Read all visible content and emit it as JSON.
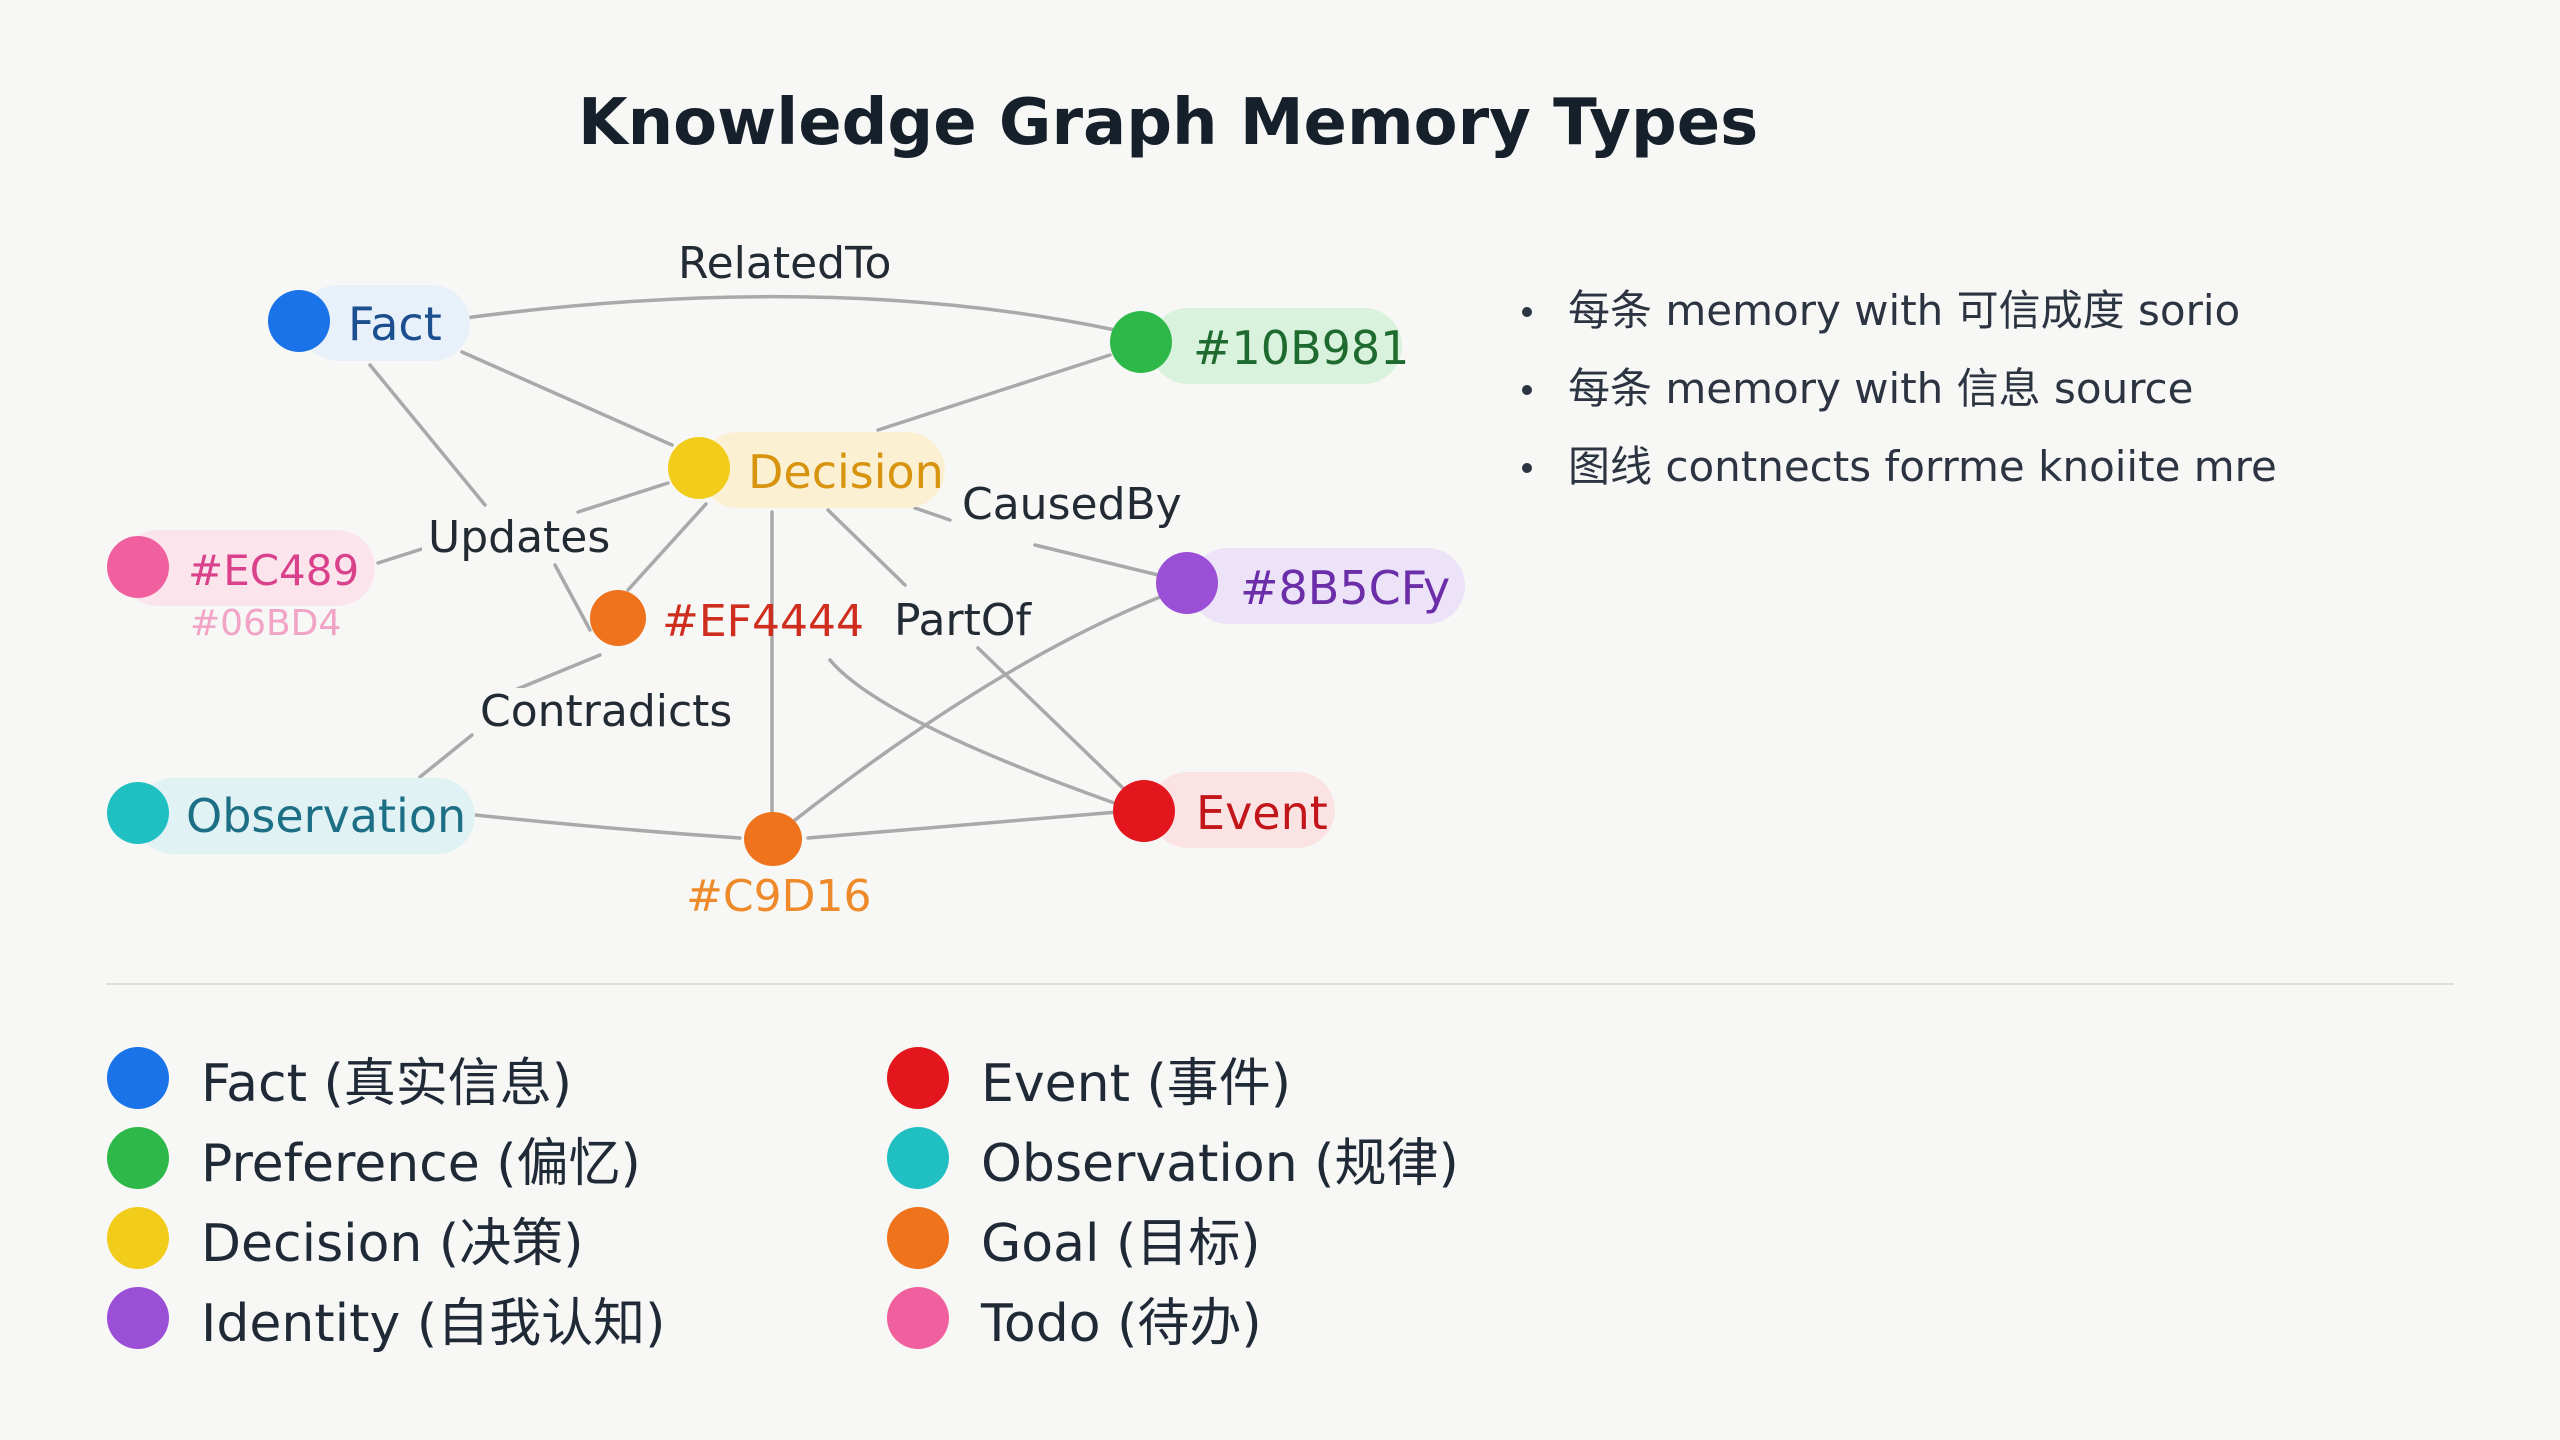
{
  "title": "Knowledge Graph Memory Types",
  "colors": {
    "blue": "#1a73e8",
    "green": "#2eb84a",
    "yellow": "#f2cc1a",
    "purple": "#9b4fd6",
    "red": "#e3161e",
    "teal": "#1fbfc2",
    "orange": "#ee731c",
    "pink": "#f0609e",
    "edge": "#a9a9a9"
  },
  "nodes": {
    "fact": {
      "label": "Fact",
      "color": "#1a73e8"
    },
    "green": {
      "label": "#10B981",
      "color": "#2eb84a"
    },
    "decision": {
      "label": "Decision",
      "color": "#f2cc1a"
    },
    "pink": {
      "label": "#EC489",
      "sublabel": "#06BD4",
      "color": "#f0609e"
    },
    "red_small": {
      "label": "#EF4444",
      "color": "#ee731c"
    },
    "purple": {
      "label": "#8B5CFy",
      "color": "#9b4fd6"
    },
    "observation": {
      "label": "Observation",
      "color": "#1fbfc2"
    },
    "event": {
      "label": "Event",
      "color": "#e3161e"
    },
    "orange": {
      "label": "#C9D16",
      "color": "#ee731c"
    }
  },
  "edge_labels": {
    "related_to": "RelatedTo",
    "updates": "Updates",
    "caused_by": "CausedBy",
    "part_of": "PartOf",
    "contradicts": "Contradicts"
  },
  "bullets": [
    "每条 memory with 可信成度 sorio",
    "每条 memory with 信息 source",
    "图线 contnects forrme knoiite mre"
  ],
  "legend": {
    "left": [
      {
        "label": "Fact (真实信息)",
        "color": "#1a73e8"
      },
      {
        "label": "Preference (偏忆)",
        "color": "#2eb84a"
      },
      {
        "label": "Decision (决策)",
        "color": "#f2cc1a"
      },
      {
        "label": "Identity (自我认知)",
        "color": "#9b4fd6"
      }
    ],
    "right": [
      {
        "label": "Event (事件)",
        "color": "#e3161e"
      },
      {
        "label": "Observation (规律)",
        "color": "#1fbfc2"
      },
      {
        "label": "Goal (目标)",
        "color": "#ee731c"
      },
      {
        "label": "Todo (待办)",
        "color": "#f0609e"
      }
    ]
  }
}
